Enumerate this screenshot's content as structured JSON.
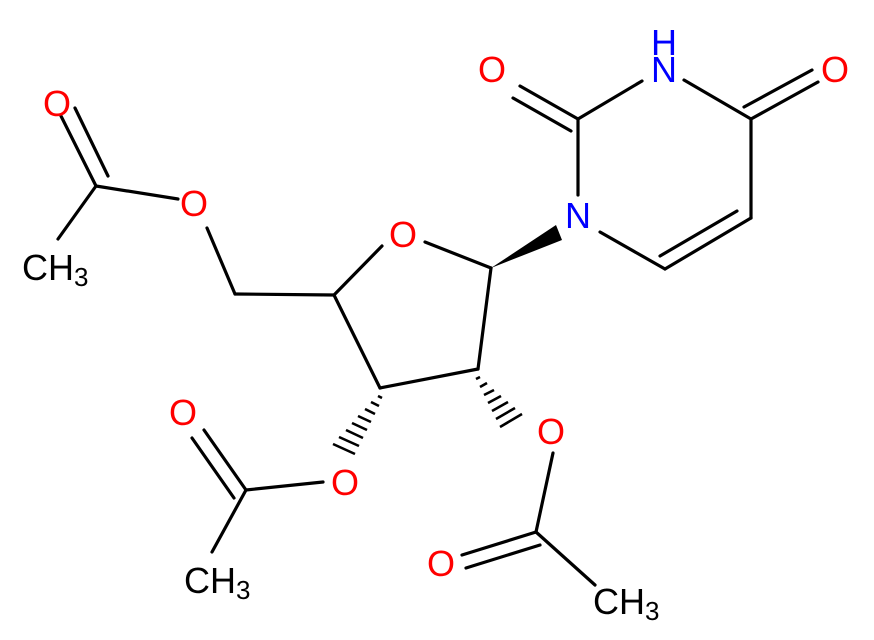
{
  "molecule": {
    "labels": {
      "o_acetyl5_carbonyl": "O",
      "o_acetyl5_ester": "O",
      "ch3_acetyl5_main": "CH",
      "ch3_acetyl5_sub": "3",
      "o_ring": "O",
      "n1": "N",
      "n3_h": "H",
      "n3": "N",
      "o_c2": "O",
      "o_c4": "O",
      "o_acetyl3_carbonyl": "O",
      "o_acetyl3_ester": "O",
      "ch3_acetyl3_main": "CH",
      "ch3_acetyl3_sub": "3",
      "o_acetyl2_ester": "O",
      "o_acetyl2_carbonyl": "O",
      "ch3_acetyl2_main": "CH",
      "ch3_acetyl2_sub": "3"
    }
  },
  "colors": {
    "oxygen": "#ff0000",
    "nitrogen": "#0000ff",
    "carbon": "#000000",
    "background": "#ffffff"
  }
}
